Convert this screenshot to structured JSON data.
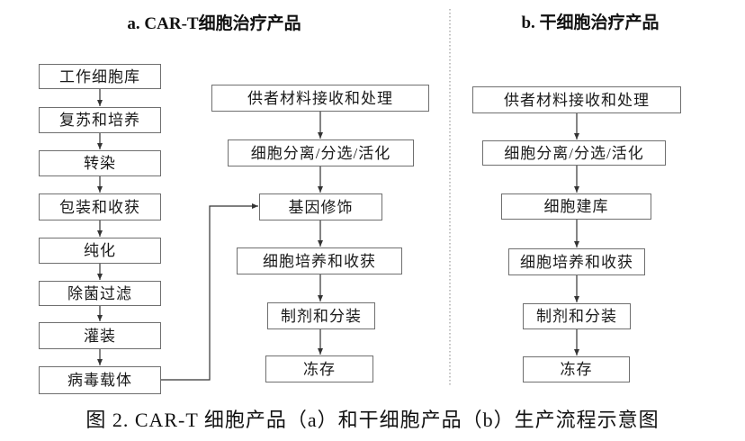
{
  "figure": {
    "caption": "图 2. CAR-T 细胞产品（a）和干细胞产品（b）生产流程示意图"
  },
  "panel_a": {
    "title": "a. CAR-T细胞治疗产品",
    "vector_steps": [
      "工作细胞库",
      "复苏和培养",
      "转染",
      "包装和收获",
      "纯化",
      "除菌过滤",
      "灌装",
      "病毒载体"
    ],
    "cell_steps": [
      "供者材料接收和处理",
      "细胞分离/分选/活化",
      "基因修饰",
      "细胞培养和收获",
      "制剂和分装",
      "冻存"
    ]
  },
  "panel_b": {
    "title": "b. 干细胞治疗产品",
    "steps": [
      "供者材料接收和处理",
      "细胞分离/分选/活化",
      "细胞建库",
      "细胞培养和收获",
      "制剂和分装",
      "冻存"
    ]
  },
  "colors": {
    "background": "#ffffff",
    "box_border": "#6f6f6f",
    "text": "#1a1a1a",
    "arrow": "#333333",
    "divider": "#999999"
  }
}
